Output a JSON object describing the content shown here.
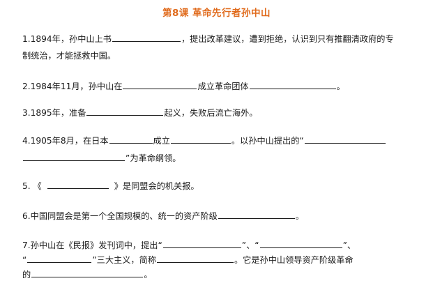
{
  "title": "第8课  革命先行者孙中山",
  "questions": [
    {
      "q1_a": "1.1894年，孙中山上书",
      "q1_b": "，提出改革建议，遭到拒绝，认识到只有推翻清政府的专",
      "q1_c": "制统治，才能拯救中国。"
    },
    {
      "q2_a": "2.1984年11月，孙中山在",
      "q2_b": "成立革命团体",
      "q2_c": "。"
    },
    {
      "q3_a": "3.1895年，准备",
      "q3_b": "起义，失败后流亡海外。"
    },
    {
      "q4_a": "4.1905年8月，在日本",
      "q4_b": "成立",
      "q4_c": "。以孙中山提出的“",
      "q4_d": "”为革命纲领。"
    },
    {
      "q5_a": "5. 《",
      "q5_b": "》是同盟会的机关报。"
    },
    {
      "q6_a": "6.中国同盟会是第一个全国规模的、统一的资产阶级",
      "q6_b": "。"
    },
    {
      "q7_a": "7.孙中山在《民报》发刊词中，提出“",
      "q7_b": "”、“",
      "q7_c": "”、",
      "q7_d": "“",
      "q7_e": "”三大主义，简称",
      "q7_f": "。它是孙中山领导资产阶级革命",
      "q7_g": "的",
      "q7_h": "。"
    }
  ]
}
